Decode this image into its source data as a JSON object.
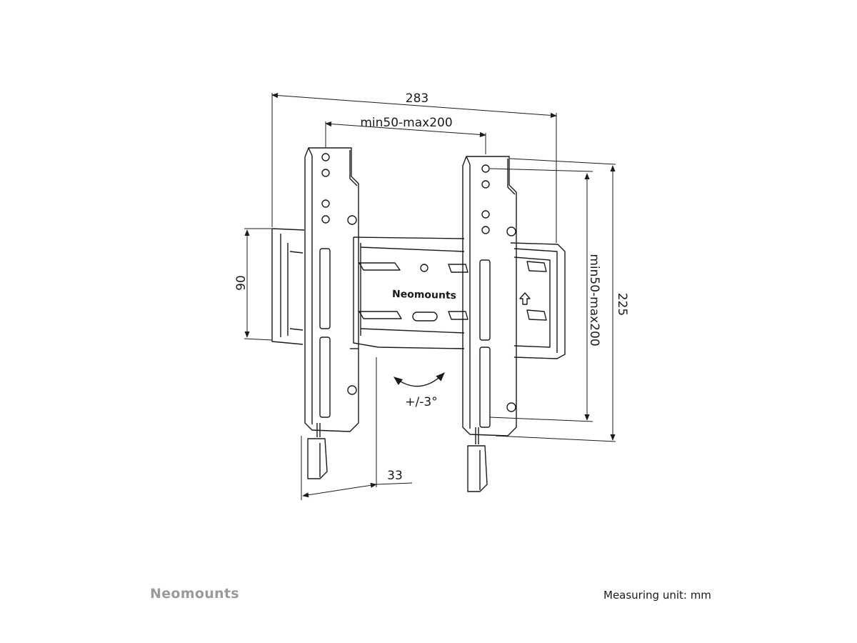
{
  "dimensions": {
    "overall_width": "283",
    "vesa_horizontal": "min50-max200",
    "vesa_vertical": "min50-max200",
    "plate_height": "90",
    "overall_height": "225",
    "wall_distance": "33",
    "tilt": "+/-3°"
  },
  "product_logo": "Neomounts",
  "footer": {
    "brand": "Neomounts",
    "measuring_unit": "Measuring unit: mm"
  },
  "colors": {
    "line": "#1a1a1a",
    "brand_gray": "#9a9a9a"
  }
}
